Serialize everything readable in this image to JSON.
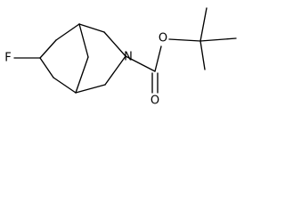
{
  "molecule": {
    "atoms": {
      "fluorine": "F",
      "nitrogen": "N",
      "ester_oxygen": "O",
      "carbonyl_oxygen": "O"
    }
  }
}
